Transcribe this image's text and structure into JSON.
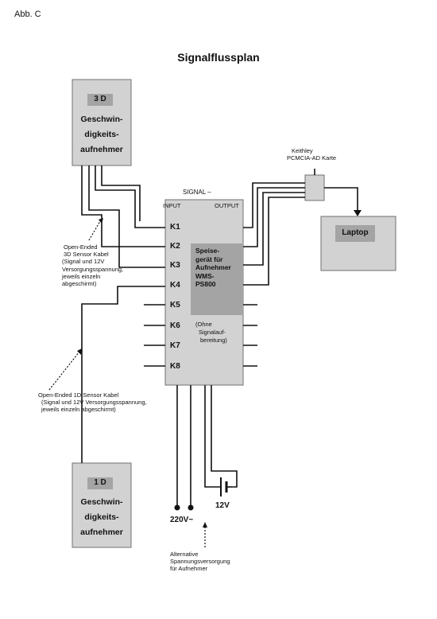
{
  "header": {
    "figure_label": "Abb. C",
    "title": "Signalflussplan"
  },
  "sensor_3d": {
    "tag": "3 D",
    "lines": [
      "Geschwin-",
      "digkeits-",
      "aufnehmer"
    ]
  },
  "sensor_1d": {
    "tag": "1 D",
    "lines": [
      "Geschwin-",
      "digkeits-",
      "aufnehmer"
    ]
  },
  "central_unit": {
    "signal_label": "SIGNAL –",
    "input_label": "INPUT",
    "output_label": "OUTPUT",
    "channels": [
      "K1",
      "K2",
      "K3",
      "K4",
      "K5",
      "K6",
      "K7",
      "K8"
    ],
    "module_lines": [
      "Speise-",
      "gerät für",
      "Aufnehmer",
      "WMS-",
      "PS800"
    ],
    "note_lines": [
      "(Ohne",
      "Signalauf-",
      "bereitung)"
    ]
  },
  "adc_card": {
    "lines": [
      "Keithley",
      "PCMCIA-AD Karte"
    ]
  },
  "laptop": {
    "label": "Laptop"
  },
  "annotations": {
    "cable_3d": [
      "Open-Ended",
      "3D Sensor Kabel",
      "(Signal und 12V",
      "Versorgungsspannung,",
      "jeweils einzeln",
      "abgeschirmt)"
    ],
    "cable_1d": [
      "Open-Ended 1D Sensor Kabel",
      "(Signal und 12V Versorgungsspannung,",
      "jeweils einzeln abgeschirmt)"
    ],
    "mains": "220V~",
    "battery": "12V",
    "alt_supply": [
      "Alternative",
      "Spannungsversorgung",
      "für Aufnehmer"
    ]
  },
  "colors": {
    "box_fill": "#d2d2d2",
    "box_stroke": "#707070",
    "inner_fill": "#a4a4a4",
    "wire": "#111111"
  }
}
